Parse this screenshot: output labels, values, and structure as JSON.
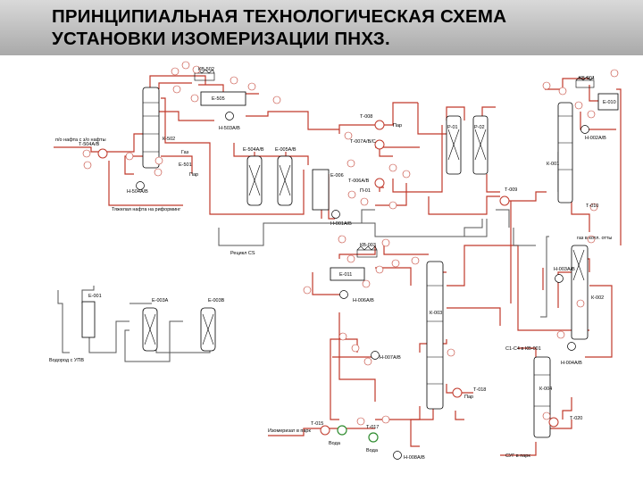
{
  "title": {
    "line1": "ПРИНЦИПИАЛЬНАЯ ТЕХНОЛОГИЧЕСКАЯ СХЕМА",
    "line2": "УСТАНОВКИ ИЗОМЕРИЗАЦИИ ПНХЗ."
  },
  "colors": {
    "process_line": "#c0392b",
    "utility_line": "#555555",
    "green_mark": "#2e8b2e",
    "header_top": "#d9d9d9",
    "header_bottom": "#a9a9a9"
  },
  "equipment": {
    "k502": "К-502",
    "t504": "Т-504А/В",
    "h504": "Н-504А/В",
    "e501": "Е-501",
    "e505": "Е-505",
    "n503": "Н-503А/В",
    "kv502": "КВ-502",
    "e504": "Е-504А/В",
    "e005": "Е-005А/В",
    "e006": "Е-006",
    "t008": "Т-008",
    "t007": "Т-007А/В/С",
    "t006": "Т-006А/В",
    "p01": "П-01",
    "r01": "Р-01",
    "r02": "Р-02",
    "t009": "Т-009",
    "n001": "Н-001А/В",
    "kv001": "КВ-001",
    "e010": "Е-010",
    "n002": "Н-002А/В",
    "k001": "К-001",
    "t010": "Т-010",
    "kv003": "КВ-003",
    "e011": "Е-011",
    "n006": "Н-006А/В",
    "k003": "К-003",
    "n007": "Н-007А/В",
    "t018": "Т-018",
    "n008": "Н-008А/В",
    "t015": "Т-015",
    "t017": "Т-017",
    "e001": "Е-001",
    "e003a": "Е-003А",
    "e003b": "Е-003В",
    "n003": "Н-003А/В",
    "k002": "К-002",
    "n004": "Н-004А/В",
    "k004": "К-004",
    "t020": "Т-020"
  },
  "labels": {
    "feed_in": "п/о нафта с з/о нафты",
    "heavy_naphtha": "Тяжелая нафта на риформинг",
    "reflux_cs": "Рецикл СS",
    "hydrogen_in": "Водород с УПВ",
    "isomerizate_out": "Изомеризат в парк",
    "c1c4_out": "С1-С4 в КВ-001",
    "sg_out": "СУГ в парк",
    "fuel_gas": "газ в котл. отты",
    "steam1": "Пар",
    "steam2": "Пар",
    "steam3": "Пар",
    "water1": "Вода",
    "water2": "Вода",
    "gas": "Газ"
  }
}
